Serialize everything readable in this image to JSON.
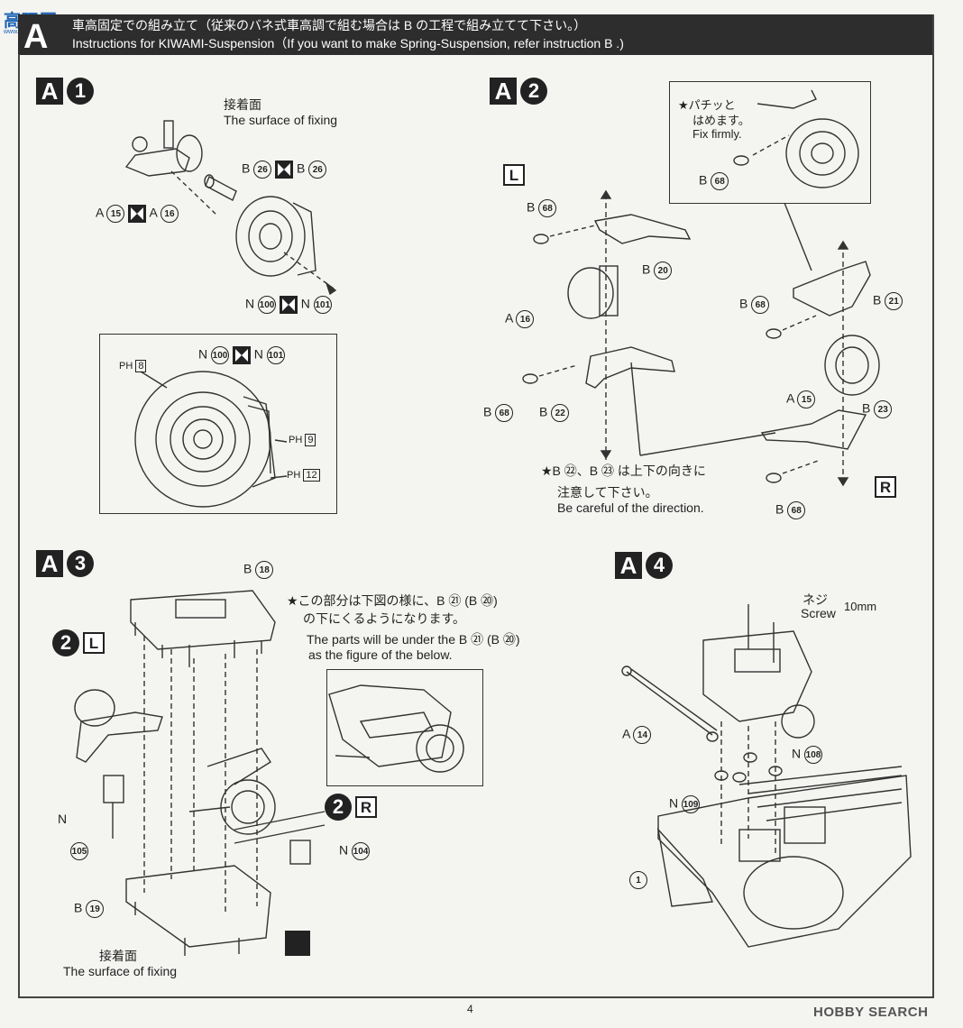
{
  "watermark": {
    "text": "高玩网",
    "sub": "www.gaowan.com"
  },
  "header": {
    "letter": "A",
    "jp": "車高固定での組み立て（従来のバネ式車高調で組む場合は B の工程で組み立てて下さい。）",
    "en": "Instructions for KIWAMI-Suspension（If you want to make Spring-Suspension, refer instruction B .)"
  },
  "steps": {
    "a1": {
      "letter": "A",
      "number": "1"
    },
    "a2": {
      "letter": "A",
      "number": "2"
    },
    "a3": {
      "letter": "A",
      "number": "3"
    },
    "a4": {
      "letter": "A",
      "number": "4"
    }
  },
  "a1": {
    "fix_jp": "接着面",
    "fix_en": "The surface of fixing",
    "b26_left": "B",
    "b26_num": "26",
    "b26_right": "B",
    "a15": "A",
    "a15_num": "15",
    "a16": "A",
    "a16_num": "16",
    "n100": "N",
    "n100_num": "100",
    "n101": "N",
    "n101_num": "101",
    "box": {
      "n100": "N",
      "n100_num": "100",
      "n101": "N",
      "n101_num": "101",
      "ph8": "PH",
      "ph8_num": "8",
      "ph9": "PH",
      "ph9_num": "9",
      "ph12": "PH",
      "ph12_num": "12"
    }
  },
  "a2": {
    "note_jp1": "★パチッと",
    "note_jp2": "はめます。",
    "note_en": "Fix firmly.",
    "note_b68": "B",
    "note_b68_num": "68",
    "l": "L",
    "r": "R",
    "b68_1": "B",
    "b68_1_num": "68",
    "b20": "B",
    "b20_num": "20",
    "a16": "A",
    "a16_num": "16",
    "b68_2": "B",
    "b68_2_num": "68",
    "b22": "B",
    "b22_num": "22",
    "b68_3": "B",
    "b68_3_num": "68",
    "b21": "B",
    "b21_num": "21",
    "a15": "A",
    "a15_num": "15",
    "b23": "B",
    "b23_num": "23",
    "b68_4": "B",
    "b68_4_num": "68",
    "dir_jp1": "★B ㉒、B ㉓ は上下の向きに",
    "dir_jp2": "注意して下さい。",
    "dir_en": "Be careful of the direction."
  },
  "a3": {
    "b18": "B",
    "b18_num": "18",
    "note_jp1": "★この部分は下図の様に、B ㉑ (B ⑳)",
    "note_jp2": "の下にくるようになります。",
    "note_en1": "The parts will be under the B ㉑ (B ⑳)",
    "note_en2": "as the figure of the below.",
    "ref_l_num": "2",
    "ref_l": "L",
    "ref_r_num": "2",
    "ref_r": "R",
    "n": "N",
    "n105": "105",
    "n104": "N",
    "n104_num": "104",
    "b19": "B",
    "b19_num": "19",
    "fix_jp": "接着面",
    "fix_en": "The surface of fixing"
  },
  "a4": {
    "screw_jp": "ネジ",
    "screw_en": "Screw",
    "screw_size": "10mm",
    "a14": "A",
    "a14_num": "14",
    "n108": "N",
    "n108_num": "108",
    "n109": "N",
    "n109_num": "109",
    "one": "1"
  },
  "footer": {
    "page": "4",
    "brand": "HOBBY SEARCH"
  }
}
